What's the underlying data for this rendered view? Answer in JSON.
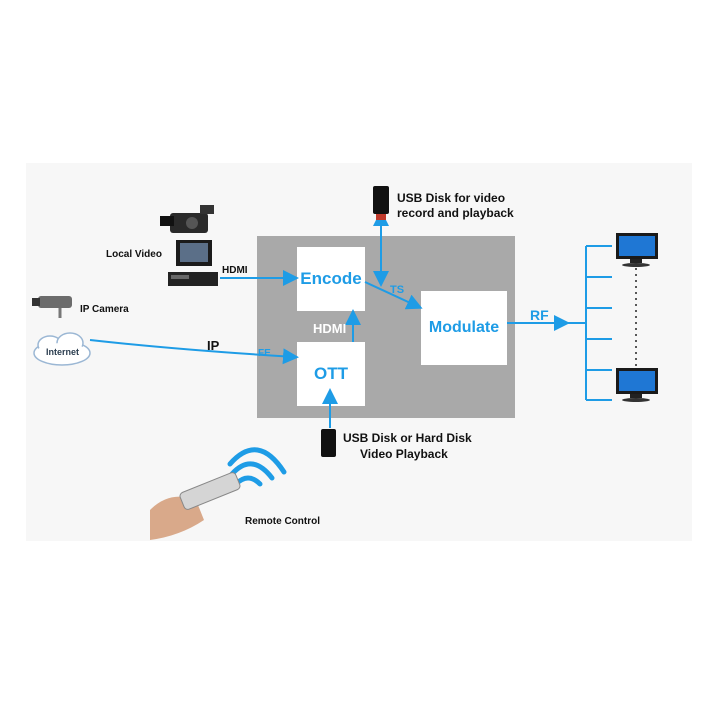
{
  "labels": {
    "local_video": "Local Video",
    "hdmi_in": "HDMI",
    "ip_camera": "IP Camera",
    "internet": "Internet",
    "ip": "IP",
    "fe": "FE",
    "hdmi_inner": "HDMI",
    "ts": "TS",
    "rf": "RF",
    "usb_top_line1": "USB Disk for video",
    "usb_top_line2": "record and playback",
    "usb_bottom_line1": "USB Disk or Hard Disk",
    "usb_bottom_line2": "Video Playback",
    "remote_control": "Remote Control"
  },
  "blocks": {
    "encode": "Encode",
    "ott": "OTT",
    "modulate": "Modulate"
  },
  "colors": {
    "accent": "#1e9ce6",
    "box_gray": "#a9a9a9",
    "panel_bg": "#f7f7f7"
  },
  "icons": [
    "camcorder-icon",
    "dvd-player-icon",
    "ip-camera-icon",
    "cloud-icon",
    "usb-drive-icon",
    "monitor-icon",
    "remote-control-icon",
    "wireless-signal-icon"
  ]
}
